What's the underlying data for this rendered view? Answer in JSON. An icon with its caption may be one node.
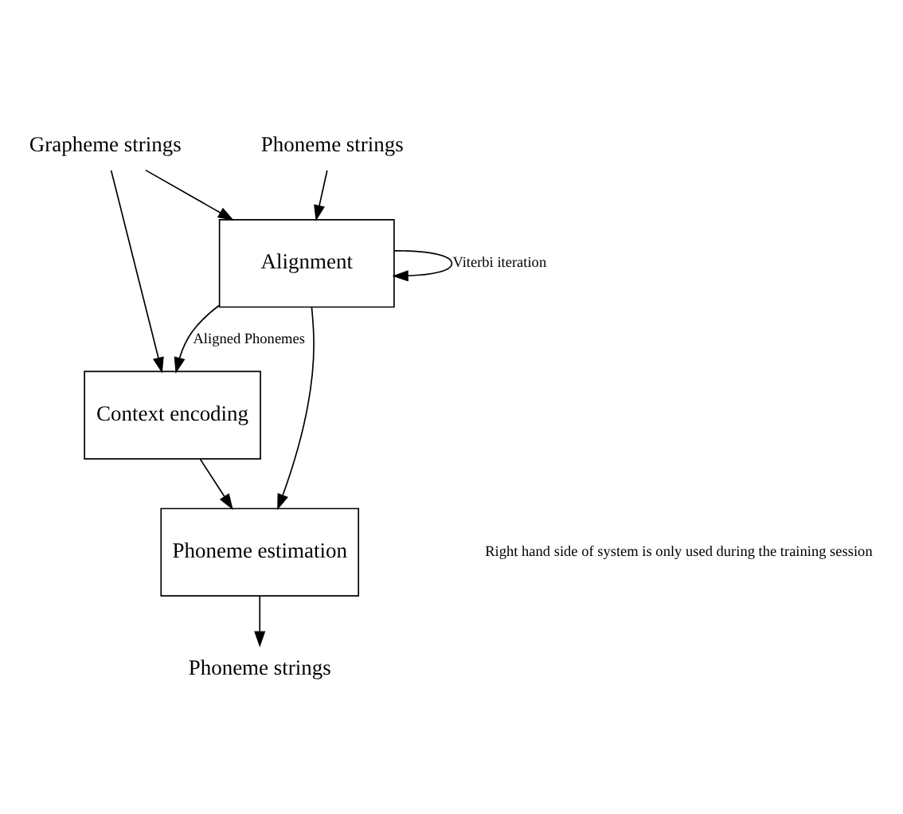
{
  "diagram": {
    "nodes": [
      {
        "text": [
          "Grapheme strings"
        ]
      },
      {
        "text": [
          "Phoneme strings"
        ]
      },
      {
        "text": [
          "Alignment"
        ]
      },
      {
        "text": [
          "Context encoding"
        ]
      },
      {
        "text": [
          "Phoneme estimation"
        ]
      },
      {
        "text": [
          "Phoneme strings"
        ]
      }
    ],
    "edges": [
      {
        "from": 0,
        "to": 3,
        "arrow": "to"
      },
      {
        "from": 0,
        "to": 2,
        "arrow": "to"
      },
      {
        "from": 1,
        "to": 2,
        "arrow": "to"
      },
      {
        "from": 2,
        "to": 2,
        "arrow": "to",
        "label": "Viterbi iteration"
      },
      {
        "from": 2,
        "to": 3,
        "arrow": "to",
        "label": "Aligned Phonemes"
      },
      {
        "from": 2,
        "to": 4,
        "arrow": "to"
      },
      {
        "from": 3,
        "to": 4,
        "arrow": "to"
      },
      {
        "from": 4,
        "to": 5,
        "arrow": "to"
      }
    ],
    "labels": [
      "Right hand side of system is only used during the training session"
    ]
  }
}
